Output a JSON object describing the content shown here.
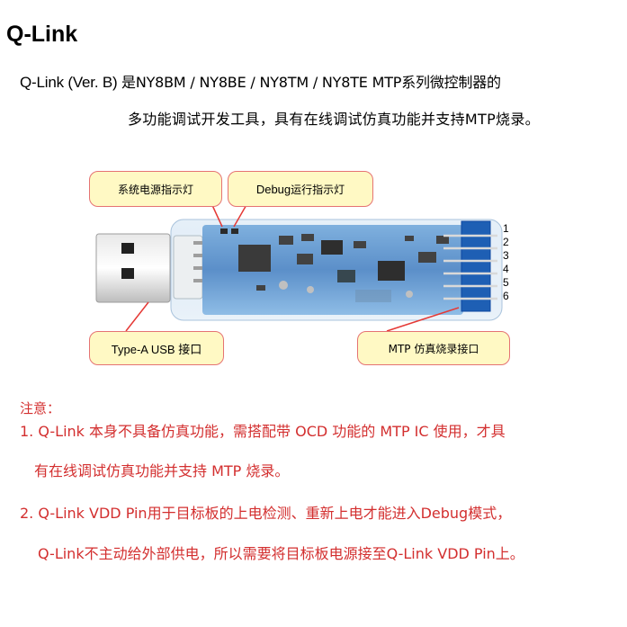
{
  "title": "Q-Link",
  "intro": {
    "line1_latin": "Q-Link (Ver. B) ",
    "line1_rest": "是NY8BM / NY8BE / NY8TM / NY8TE MTP系列微控制器的",
    "line2": "多功能调试开发工具，具有在线调试仿真功能并支持MTP烧录。"
  },
  "figure": {
    "callouts": {
      "power_led": "系统电源指示灯",
      "debug_led_latin": "Debug",
      "debug_led_rest": " 运行指示灯",
      "usb_port": "Type-A USB 接口",
      "mtp_port": "MTP 仿真烧录接口"
    },
    "pin_numbers": [
      "1",
      "2",
      "3",
      "4",
      "5",
      "6"
    ],
    "colors": {
      "callout_fill": "#fff9c4",
      "callout_border": "#e57373",
      "pointer_line": "#e53935",
      "pcb_blue": "#5b8fc9",
      "connector_blue": "#1e5fb4"
    }
  },
  "notes": {
    "heading": "注意：",
    "items": [
      {
        "line1": "1. Q-Link 本身不具备仿真功能，需搭配带 OCD 功能的 MTP IC 使用，才具",
        "line2": "有在线调试仿真功能并支持 MTP 烧录。"
      },
      {
        "line1": "2. Q-Link VDD Pin用于目标板的上电检测、重新上电才能进入Debug模式，",
        "line2": "Q-Link不主动给外部供电，所以需要将目标板电源接至Q-Link VDD Pin上。"
      }
    ],
    "color": "#d32f2f"
  }
}
